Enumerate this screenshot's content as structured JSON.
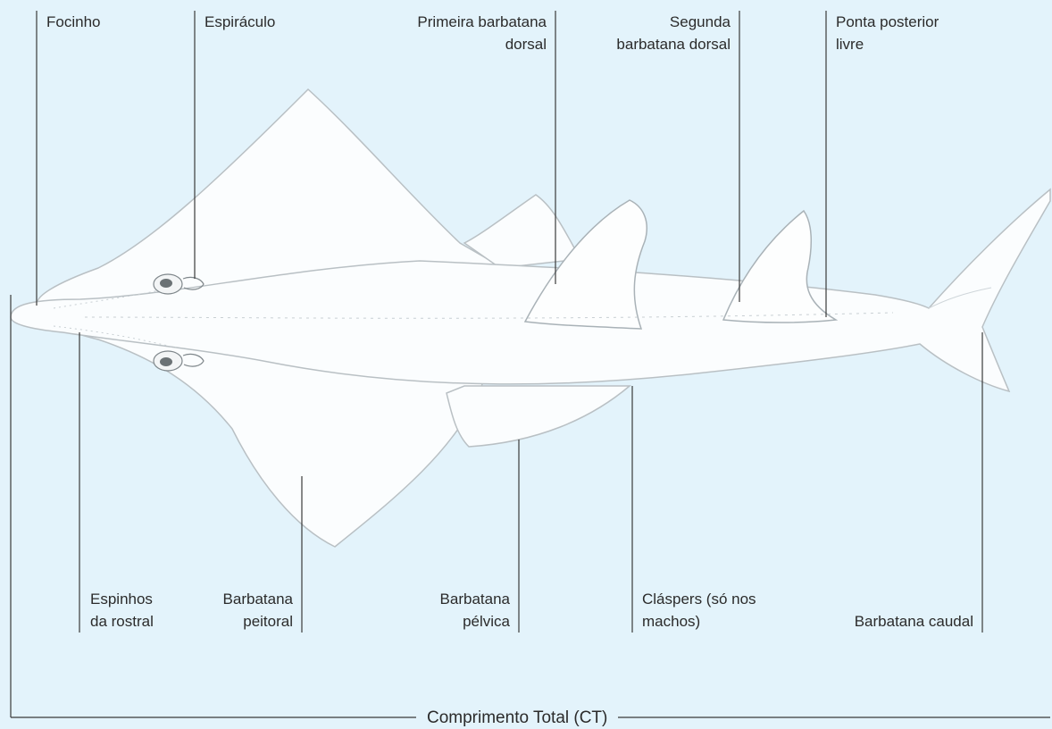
{
  "colors": {
    "background": "#e3f3fb",
    "body": "#fafcfd",
    "outline": "#b9c0c4",
    "leader": "#3a3a3a"
  },
  "labels": {
    "focinho": [
      "Focinho"
    ],
    "espiraculo": [
      "Espiráculo"
    ],
    "primeira_dorsal": [
      "Primeira barbatana",
      "dorsal"
    ],
    "segunda_dorsal": [
      "Segunda",
      "barbatana dorsal"
    ],
    "ponta_posterior": [
      "Ponta posterior",
      "livre"
    ],
    "espinhos_rostral": [
      "Espinhos",
      "da rostral"
    ],
    "peitoral": [
      "Barbatana",
      "peitoral"
    ],
    "pelvica": [
      "Barbatana",
      "pélvica"
    ],
    "claspers": [
      "Cláspers (só nos",
      "machos)"
    ],
    "caudal": [
      "Barbatana caudal"
    ]
  },
  "measure": {
    "total_length": "Comprimento Total (CT)"
  }
}
